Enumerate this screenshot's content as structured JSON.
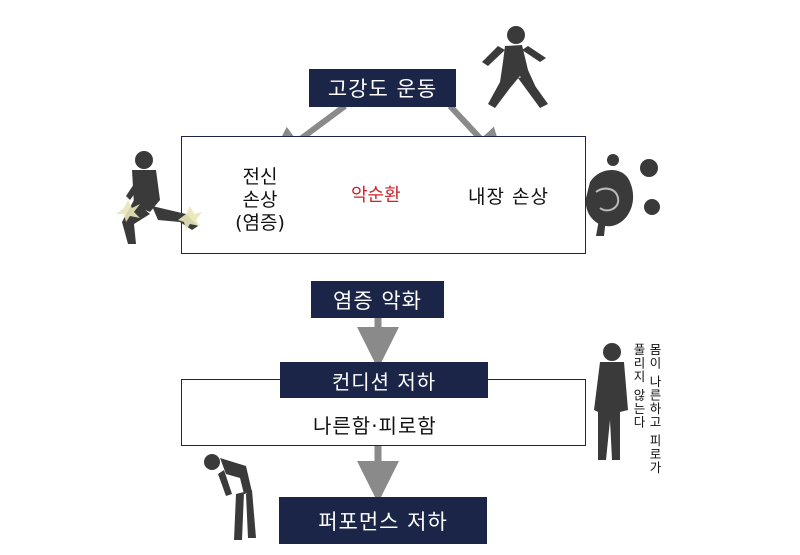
{
  "top_box": "고강도 운동",
  "cycle": {
    "left_label": [
      "전신",
      "손상",
      "(염증)"
    ],
    "center_label": "악순환",
    "right_label": "내장 손상"
  },
  "inflammation_box": "염증 악화",
  "condition_box": {
    "title": "컨디션 저하",
    "body": "나른함·피로함"
  },
  "bottom_box": "퍼포먼스 저하",
  "side_caption": [
    "몸이 나른하고 피로가",
    "풀리지 않는다"
  ],
  "colors": {
    "navy": "#1b2548",
    "red": "#cc2229",
    "gray_arrow": "#8a8a8a"
  }
}
